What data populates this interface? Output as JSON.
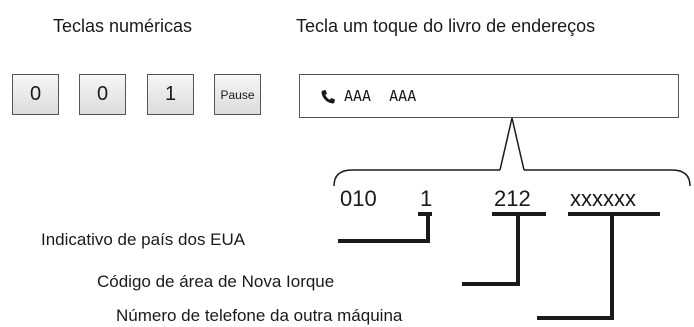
{
  "headings": {
    "numeric_keys": "Teclas numéricas",
    "address_book_key": "Tecla um toque do livro de endereços"
  },
  "keys": {
    "k1": "0",
    "k2": "0",
    "k3": "1",
    "pause": "Pause"
  },
  "one_touch": {
    "icon": "phone-icon",
    "name": "AAA  AAA"
  },
  "number_parts": {
    "intl_prefix": "010",
    "country_code": "1",
    "area_code": "212",
    "phone_number": "xxxxxx"
  },
  "labels": {
    "country_code": "Indicativo de país dos EUA",
    "area_code": "Código de área de Nova Iorque",
    "phone_number": "Número de telefone da outra máquina"
  }
}
